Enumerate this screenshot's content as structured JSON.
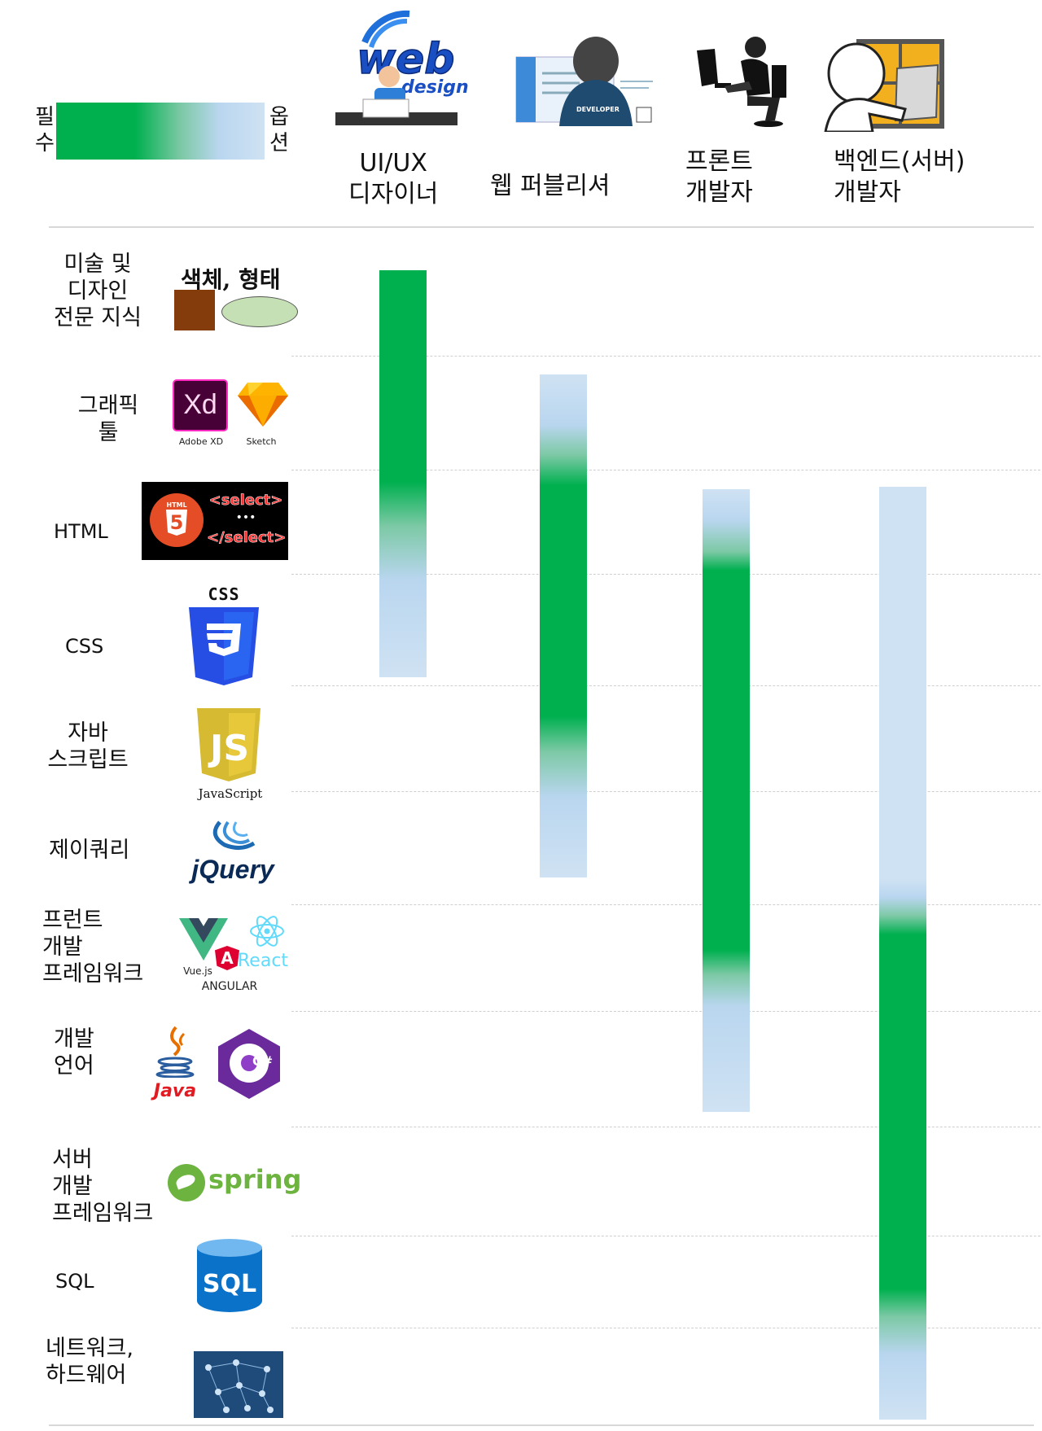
{
  "legend": {
    "required": "필\n수",
    "optional": "옵\n션"
  },
  "roles": [
    {
      "id": "uiux",
      "label": "UI/UX\n디자이너"
    },
    {
      "id": "publisher",
      "label": "웹 퍼블리셔"
    },
    {
      "id": "frontend",
      "label": "프론트\n개발자"
    },
    {
      "id": "backend",
      "label": "백엔드(서버)\n개발자"
    }
  ],
  "header_logo": {
    "web": "web",
    "design": "design",
    "developer": "DEVELOPER"
  },
  "categories": [
    {
      "label": "미술 및\n디자인\n전문 지식",
      "logo_text": "색체, 형태"
    },
    {
      "label": "그래픽\n툴",
      "logo_xd": "Xd",
      "caption_xd": "Adobe XD",
      "caption_sketch": "Sketch"
    },
    {
      "label": "HTML",
      "html_badge": "HTML",
      "html_five": "5",
      "select_open": "<select>",
      "dots": "•••",
      "select_close": "</select>"
    },
    {
      "label": "CSS",
      "css_text": "CSS"
    },
    {
      "label": "자바\n스크립트",
      "js_caption": "JavaScript",
      "js_text": "JS"
    },
    {
      "label": "제이쿼리",
      "jquery_text": "jQuery"
    },
    {
      "label": "프런트\n개발\n프레임워크",
      "vue_caption": "Vue.js",
      "angular_caption": "ANGULAR",
      "react_text": "React",
      "angular_letter": "A"
    },
    {
      "label": "개발\n언어",
      "java_text": "Java",
      "csharp_text": "C#"
    },
    {
      "label": "서버\n개발\n프레임워크",
      "spring_text": "spring"
    },
    {
      "label": "SQL",
      "sql_text": "SQL"
    },
    {
      "label": "네트워크,\n하드웨어"
    }
  ],
  "colors": {
    "required": "#00b04f",
    "optional": "#cfe2f3"
  }
}
